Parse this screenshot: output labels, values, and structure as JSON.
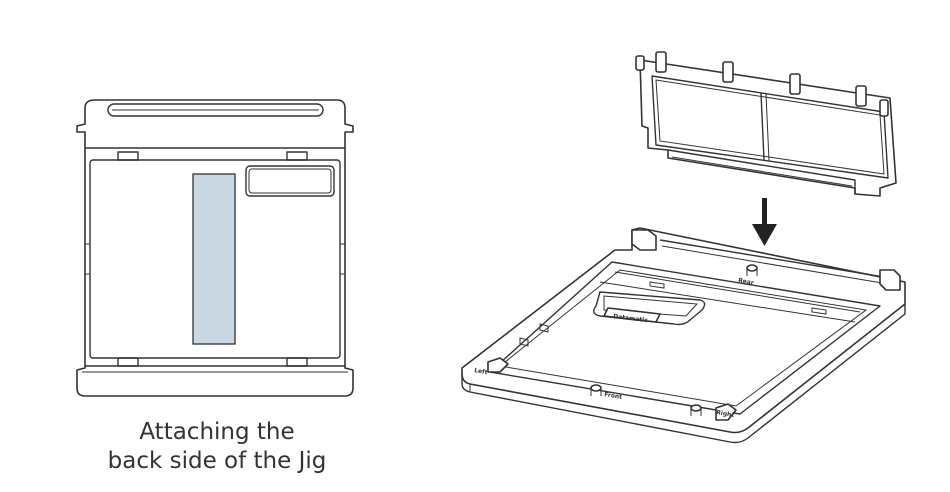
{
  "caption": {
    "line1": "Attaching the",
    "line2": "back side of the Jig"
  },
  "jig_labels": {
    "datamatic": "Datamatic",
    "rear": "Rear",
    "front": "Front",
    "right": "Right",
    "left": "Left"
  },
  "colors": {
    "highlight_strip": "#c9d8e3",
    "line": "#333333"
  },
  "icons": {
    "arrow": "arrow-down-icon"
  }
}
